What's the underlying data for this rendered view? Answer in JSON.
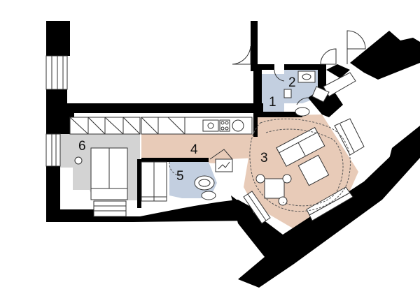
{
  "rooms": [
    {
      "id": "1",
      "label": "1"
    },
    {
      "id": "2",
      "label": "2"
    },
    {
      "id": "3",
      "label": "3"
    },
    {
      "id": "4",
      "label": "4"
    },
    {
      "id": "5",
      "label": "5"
    },
    {
      "id": "6",
      "label": "6"
    }
  ],
  "colors": {
    "wall": "#000000",
    "living_floor": "#e8cbb8",
    "bath_floor": "#c3cfe0",
    "bedroom_floor": "#d3d3d3",
    "furniture": "#ffffff"
  }
}
